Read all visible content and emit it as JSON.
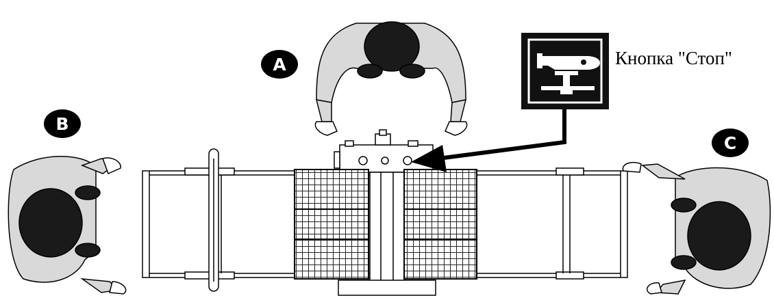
{
  "operators": [
    {
      "id": "A",
      "label": "A"
    },
    {
      "id": "B",
      "label": "B"
    },
    {
      "id": "C",
      "label": "C"
    }
  ],
  "stop_button": {
    "caption": "Кнопка \"Стоп\""
  },
  "colors": {
    "body": "#d9d9d9",
    "head": "#1a1a1a",
    "line": "#000000",
    "panel": "#111111"
  }
}
